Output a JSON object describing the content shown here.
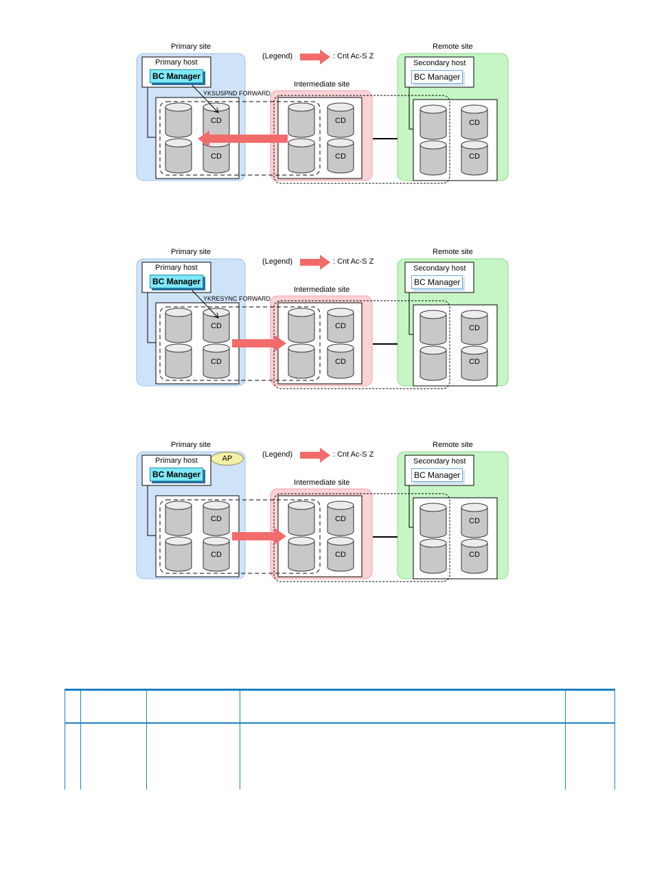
{
  "diagrams": [
    {
      "primary_site": "Primary site",
      "remote_site": "Remote site",
      "intermediate_site": "Intermediate site",
      "legend_label": "(Legend)",
      "legend_text": ": Cnt Ac-S Z",
      "primary_host": "Primary host",
      "secondary_host": "Secondary host",
      "bc_manager": "BC Manager",
      "command": "YKSUSPND FORWARD",
      "cd": "CD",
      "ap": "",
      "arrow_direction": "left"
    },
    {
      "primary_site": "Primary site",
      "remote_site": "Remote site",
      "intermediate_site": "Intermediate site",
      "legend_label": "(Legend)",
      "legend_text": ": Cnt Ac-S Z",
      "primary_host": "Primary host",
      "secondary_host": "Secondary host",
      "bc_manager": "BC Manager",
      "command": "YKRESYNC FORWARD",
      "cd": "CD",
      "ap": "",
      "arrow_direction": "right"
    },
    {
      "primary_site": "Primary site",
      "remote_site": "Remote site",
      "intermediate_site": "Intermediate site",
      "legend_label": "(Legend)",
      "legend_text": ": Cnt Ac-S Z",
      "primary_host": "Primary host",
      "secondary_host": "Secondary host",
      "bc_manager": "BC Manager",
      "command": "",
      "cd": "CD",
      "ap": "AP",
      "arrow_direction": "right"
    }
  ],
  "colors": {
    "primary_site_fill": "#cfe3f8",
    "intermediate_site_fill": "#fbd3d6",
    "remote_site_fill": "#c6f5c6",
    "arrow": "#f26b6b",
    "table_rule": "#1a7fc1"
  }
}
